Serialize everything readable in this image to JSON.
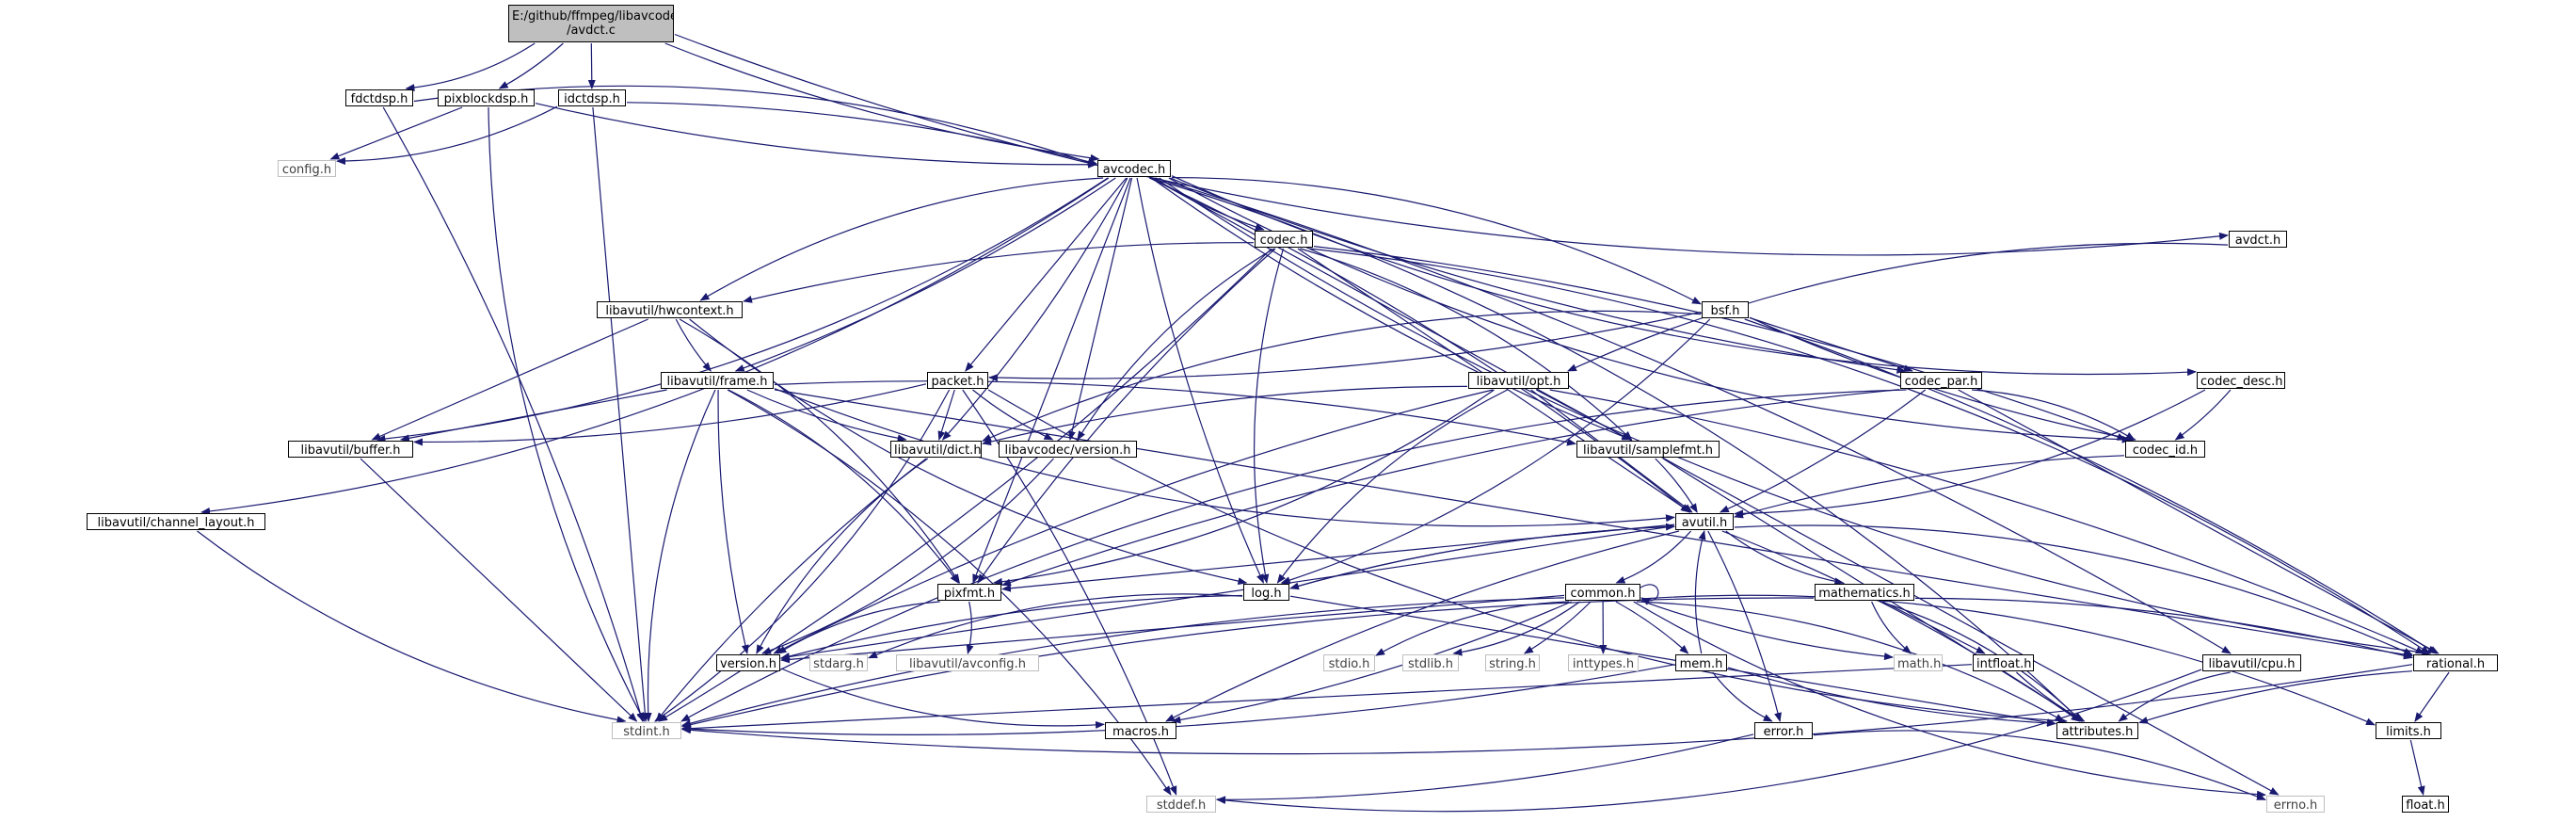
{
  "colors": {
    "edge": "#191970",
    "node_border": "#000000",
    "system_border": "#bfbfbf",
    "root_fill": "#bfbfbf"
  },
  "nodes": [
    {
      "id": "root",
      "lines": [
        "E:/github/ffmpeg/libavcodec",
        "/avdct.c"
      ],
      "kind": "root"
    },
    {
      "id": "fdctdsp",
      "lines": [
        "fdctdsp.h"
      ]
    },
    {
      "id": "pixblockdsp",
      "lines": [
        "pixblockdsp.h"
      ]
    },
    {
      "id": "idctdsp",
      "lines": [
        "idctdsp.h"
      ]
    },
    {
      "id": "config",
      "lines": [
        "config.h"
      ],
      "kind": "system"
    },
    {
      "id": "avcodec",
      "lines": [
        "avcodec.h"
      ]
    },
    {
      "id": "avdct",
      "lines": [
        "avdct.h"
      ]
    },
    {
      "id": "codec",
      "lines": [
        "codec.h"
      ]
    },
    {
      "id": "hwcontext",
      "lines": [
        "libavutil/hwcontext.h"
      ]
    },
    {
      "id": "bsf",
      "lines": [
        "bsf.h"
      ]
    },
    {
      "id": "frame",
      "lines": [
        "libavutil/frame.h"
      ]
    },
    {
      "id": "packet",
      "lines": [
        "packet.h"
      ]
    },
    {
      "id": "opt",
      "lines": [
        "libavutil/opt.h"
      ]
    },
    {
      "id": "codec_par",
      "lines": [
        "codec_par.h"
      ]
    },
    {
      "id": "codec_desc",
      "lines": [
        "codec_desc.h"
      ]
    },
    {
      "id": "buffer",
      "lines": [
        "libavutil/buffer.h"
      ]
    },
    {
      "id": "dict",
      "lines": [
        "libavutil/dict.h"
      ]
    },
    {
      "id": "lavc_version",
      "lines": [
        "libavcodec/version.h"
      ]
    },
    {
      "id": "samplefmt",
      "lines": [
        "libavutil/samplefmt.h"
      ]
    },
    {
      "id": "codec_id",
      "lines": [
        "codec_id.h"
      ]
    },
    {
      "id": "channel_layout",
      "lines": [
        "libavutil/channel_layout.h"
      ]
    },
    {
      "id": "avutil",
      "lines": [
        "avutil.h"
      ]
    },
    {
      "id": "pixfmt",
      "lines": [
        "pixfmt.h"
      ]
    },
    {
      "id": "log",
      "lines": [
        "log.h"
      ]
    },
    {
      "id": "common",
      "lines": [
        "common.h"
      ]
    },
    {
      "id": "mathematics",
      "lines": [
        "mathematics.h"
      ]
    },
    {
      "id": "version",
      "lines": [
        "version.h"
      ]
    },
    {
      "id": "stdarg",
      "lines": [
        "stdarg.h"
      ],
      "kind": "system"
    },
    {
      "id": "avconfig",
      "lines": [
        "libavutil/avconfig.h"
      ],
      "kind": "system"
    },
    {
      "id": "stdio",
      "lines": [
        "stdio.h"
      ],
      "kind": "system"
    },
    {
      "id": "stdlib",
      "lines": [
        "stdlib.h"
      ],
      "kind": "system"
    },
    {
      "id": "string",
      "lines": [
        "string.h"
      ],
      "kind": "system"
    },
    {
      "id": "inttypes",
      "lines": [
        "inttypes.h"
      ],
      "kind": "system"
    },
    {
      "id": "mem",
      "lines": [
        "mem.h"
      ]
    },
    {
      "id": "math",
      "lines": [
        "math.h"
      ],
      "kind": "system"
    },
    {
      "id": "intfloat",
      "lines": [
        "intfloat.h"
      ]
    },
    {
      "id": "cpu",
      "lines": [
        "libavutil/cpu.h"
      ]
    },
    {
      "id": "rational",
      "lines": [
        "rational.h"
      ]
    },
    {
      "id": "stdint",
      "lines": [
        "stdint.h"
      ],
      "kind": "system"
    },
    {
      "id": "macros",
      "lines": [
        "macros.h"
      ]
    },
    {
      "id": "error",
      "lines": [
        "error.h"
      ]
    },
    {
      "id": "attributes",
      "lines": [
        "attributes.h"
      ]
    },
    {
      "id": "limits",
      "lines": [
        "limits.h"
      ]
    },
    {
      "id": "stddef",
      "lines": [
        "stddef.h"
      ],
      "kind": "system"
    },
    {
      "id": "errno",
      "lines": [
        "errno.h"
      ],
      "kind": "system"
    },
    {
      "id": "float",
      "lines": [
        "float.h"
      ]
    }
  ],
  "edges": [
    [
      "root",
      "fdctdsp"
    ],
    [
      "root",
      "pixblockdsp"
    ],
    [
      "root",
      "idctdsp"
    ],
    [
      "root",
      "avcodec"
    ],
    [
      "root",
      "avdct"
    ],
    [
      "fdctdsp",
      "avcodec"
    ],
    [
      "fdctdsp",
      "stdint"
    ],
    [
      "pixblockdsp",
      "config"
    ],
    [
      "pixblockdsp",
      "avcodec"
    ],
    [
      "pixblockdsp",
      "stdint"
    ],
    [
      "idctdsp",
      "config"
    ],
    [
      "idctdsp",
      "avcodec"
    ],
    [
      "idctdsp",
      "stdint"
    ],
    [
      "avcodec",
      "codec"
    ],
    [
      "avcodec",
      "hwcontext"
    ],
    [
      "avcodec",
      "bsf"
    ],
    [
      "avcodec",
      "frame"
    ],
    [
      "avcodec",
      "packet"
    ],
    [
      "avcodec",
      "codec_par"
    ],
    [
      "avcodec",
      "codec_desc"
    ],
    [
      "avcodec",
      "buffer"
    ],
    [
      "avcodec",
      "dict"
    ],
    [
      "avcodec",
      "lavc_version"
    ],
    [
      "avcodec",
      "samplefmt"
    ],
    [
      "avcodec",
      "codec_id"
    ],
    [
      "avcodec",
      "channel_layout"
    ],
    [
      "avcodec",
      "avutil"
    ],
    [
      "avcodec",
      "pixfmt"
    ],
    [
      "avcodec",
      "log"
    ],
    [
      "avcodec",
      "rational"
    ],
    [
      "avcodec",
      "attributes"
    ],
    [
      "avcodec",
      "cpu"
    ],
    [
      "avcodec",
      "errno"
    ],
    [
      "codec",
      "hwcontext"
    ],
    [
      "codec",
      "lavc_version"
    ],
    [
      "codec",
      "samplefmt"
    ],
    [
      "codec",
      "codec_id"
    ],
    [
      "codec",
      "avutil"
    ],
    [
      "codec",
      "pixfmt"
    ],
    [
      "codec",
      "log"
    ],
    [
      "codec",
      "rational"
    ],
    [
      "codec",
      "stdint"
    ],
    [
      "hwcontext",
      "buffer"
    ],
    [
      "hwcontext",
      "frame"
    ],
    [
      "hwcontext",
      "log"
    ],
    [
      "hwcontext",
      "pixfmt"
    ],
    [
      "bsf",
      "packet"
    ],
    [
      "bsf",
      "codec_par"
    ],
    [
      "bsf",
      "codec_id"
    ],
    [
      "bsf",
      "dict"
    ],
    [
      "bsf",
      "log"
    ],
    [
      "bsf",
      "rational"
    ],
    [
      "frame",
      "buffer"
    ],
    [
      "frame",
      "dict"
    ],
    [
      "frame",
      "avutil"
    ],
    [
      "frame",
      "pixfmt"
    ],
    [
      "frame",
      "samplefmt"
    ],
    [
      "frame",
      "rational"
    ],
    [
      "frame",
      "version"
    ],
    [
      "frame",
      "stdint"
    ],
    [
      "frame",
      "stddef"
    ],
    [
      "packet",
      "buffer"
    ],
    [
      "packet",
      "dict"
    ],
    [
      "packet",
      "lavc_version"
    ],
    [
      "packet",
      "attributes"
    ],
    [
      "packet",
      "stdint"
    ],
    [
      "packet",
      "stddef"
    ],
    [
      "opt",
      "avutil"
    ],
    [
      "opt",
      "dict"
    ],
    [
      "opt",
      "log"
    ],
    [
      "opt",
      "pixfmt"
    ],
    [
      "opt",
      "rational"
    ],
    [
      "opt",
      "samplefmt"
    ],
    [
      "opt",
      "version"
    ],
    [
      "avdct",
      "opt"
    ],
    [
      "codec_par",
      "codec_id"
    ],
    [
      "codec_par",
      "avutil"
    ],
    [
      "codec_par",
      "rational"
    ],
    [
      "codec_par",
      "pixfmt"
    ],
    [
      "codec_par",
      "stdint"
    ],
    [
      "codec_desc",
      "avutil"
    ],
    [
      "codec_desc",
      "codec_id"
    ],
    [
      "buffer",
      "stdint"
    ],
    [
      "dict",
      "stdint"
    ],
    [
      "dict",
      "version"
    ],
    [
      "lavc_version",
      "version"
    ],
    [
      "samplefmt",
      "avutil"
    ],
    [
      "samplefmt",
      "attributes"
    ],
    [
      "codec_id",
      "avutil"
    ],
    [
      "channel_layout",
      "stdint"
    ],
    [
      "avutil",
      "common"
    ],
    [
      "avutil",
      "error"
    ],
    [
      "avutil",
      "version"
    ],
    [
      "avutil",
      "macros"
    ],
    [
      "avutil",
      "mathematics"
    ],
    [
      "avutil",
      "rational"
    ],
    [
      "avutil",
      "attributes"
    ],
    [
      "avutil",
      "pixfmt"
    ],
    [
      "avutil",
      "log"
    ],
    [
      "pixfmt",
      "version"
    ],
    [
      "pixfmt",
      "avconfig"
    ],
    [
      "log",
      "avutil"
    ],
    [
      "log",
      "attributes"
    ],
    [
      "log",
      "version"
    ],
    [
      "log",
      "stdarg"
    ],
    [
      "common",
      "attributes"
    ],
    [
      "common",
      "macros"
    ],
    [
      "common",
      "version"
    ],
    [
      "common",
      "stdint"
    ],
    [
      "common",
      "stdio"
    ],
    [
      "common",
      "stdlib"
    ],
    [
      "common",
      "string"
    ],
    [
      "common",
      "inttypes"
    ],
    [
      "common",
      "math"
    ],
    [
      "common",
      "errno"
    ],
    [
      "common",
      "limits"
    ],
    [
      "common",
      "mem"
    ],
    [
      "common",
      "common"
    ],
    [
      "mathematics",
      "stdint"
    ],
    [
      "mathematics",
      "math"
    ],
    [
      "mathematics",
      "attributes"
    ],
    [
      "mathematics",
      "rational"
    ],
    [
      "mathematics",
      "intfloat"
    ],
    [
      "mem",
      "attributes"
    ],
    [
      "mem",
      "error"
    ],
    [
      "mem",
      "avutil"
    ],
    [
      "mem",
      "stdint"
    ],
    [
      "intfloat",
      "stdint"
    ],
    [
      "intfloat",
      "attributes"
    ],
    [
      "cpu",
      "attributes"
    ],
    [
      "cpu",
      "stddef"
    ],
    [
      "rational",
      "stdint"
    ],
    [
      "rational",
      "limits"
    ],
    [
      "rational",
      "attributes"
    ],
    [
      "version",
      "macros"
    ],
    [
      "error",
      "errno"
    ],
    [
      "error",
      "stddef"
    ],
    [
      "limits",
      "float"
    ]
  ]
}
